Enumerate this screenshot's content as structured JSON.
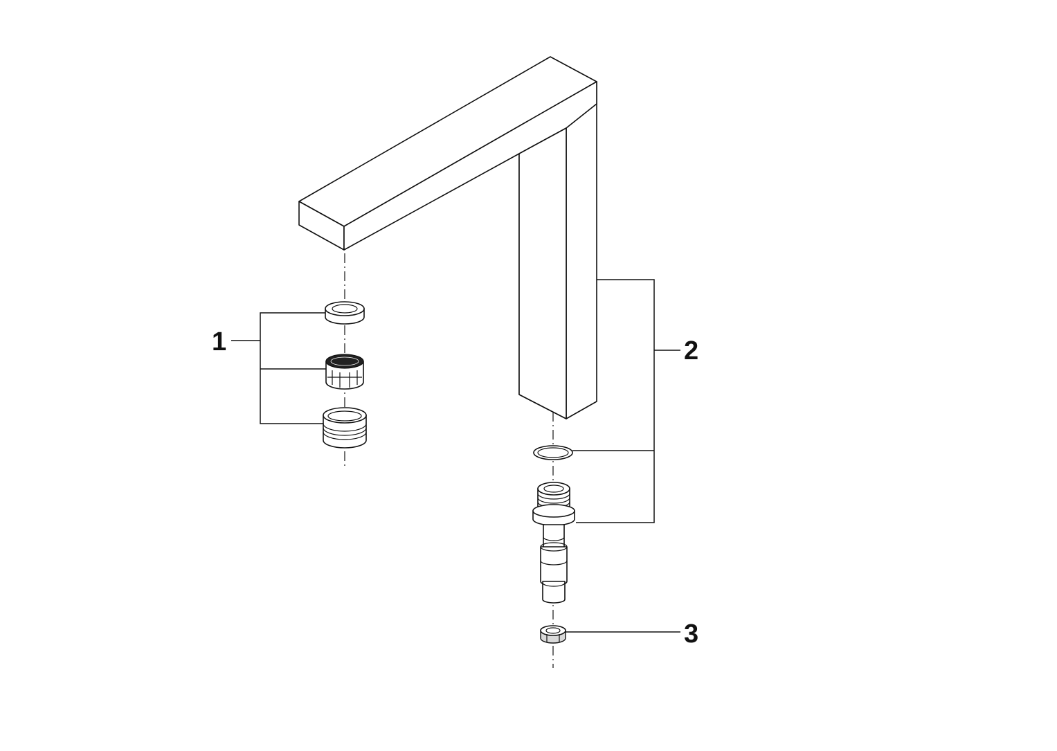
{
  "callouts": [
    {
      "number": "1",
      "part": "aerator-set"
    },
    {
      "number": "2",
      "part": "spout-connection-set"
    },
    {
      "number": "3",
      "part": "nut"
    }
  ],
  "colors": {
    "line": "#111111",
    "background": "#ffffff"
  }
}
